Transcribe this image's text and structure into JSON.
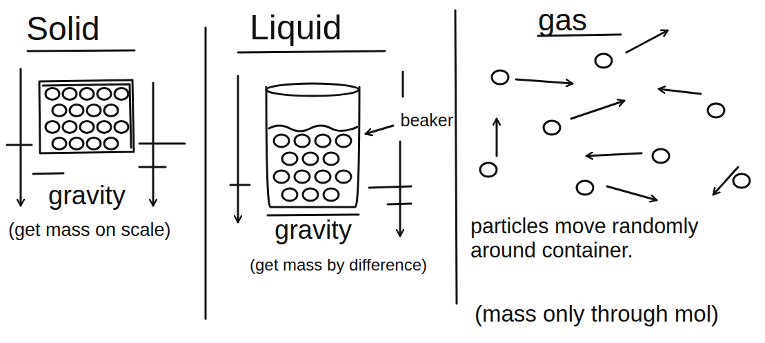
{
  "diagram": {
    "labels": [
      "Solid",
      "gravity",
      "(get mass on scale)",
      "Liquid",
      "beaker",
      "gravity",
      "(get mass by difference)",
      "gas",
      "particles move randomly around container.",
      "(mass only through mol)"
    ]
  }
}
